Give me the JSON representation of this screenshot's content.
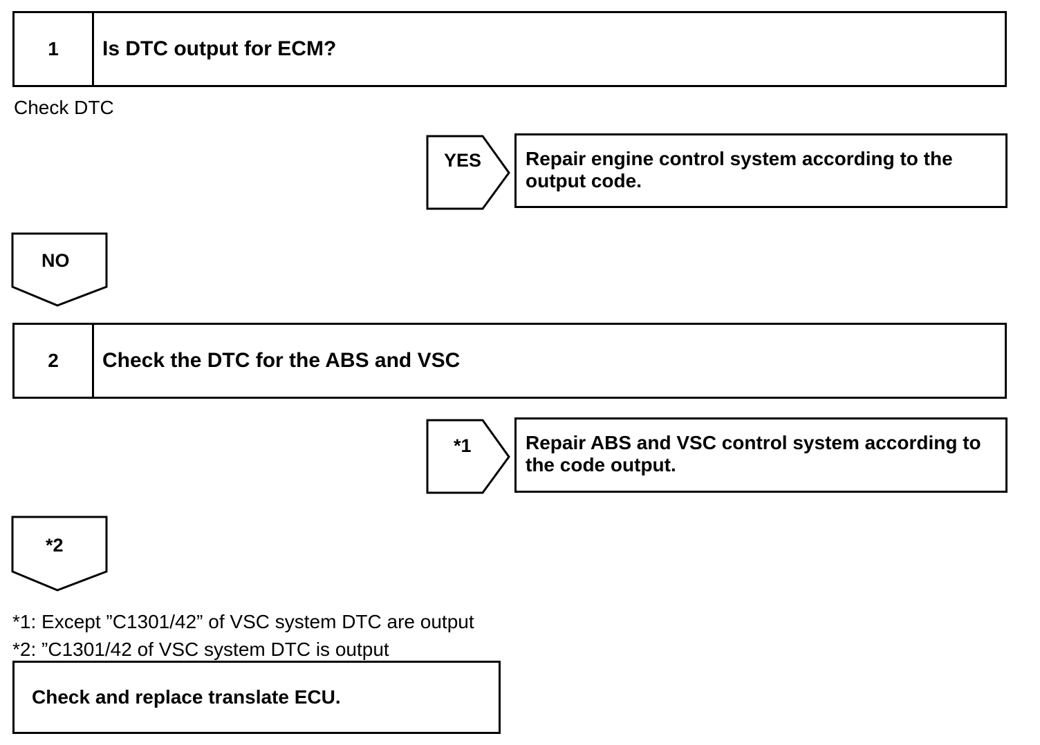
{
  "step1": {
    "number": "1",
    "title": "Is DTC output for ECM?",
    "instruction": "Check DTC",
    "yes_label": "YES",
    "yes_result": "Repair engine control system according to the output code.",
    "no_label": "NO"
  },
  "step2": {
    "number": "2",
    "title": "Check the DTC for the ABS and VSC",
    "branch1_label": "*1",
    "branch1_result": "Repair ABS and VSC control system according to the code output.",
    "branch2_label": "*2"
  },
  "notes": {
    "note1": "*1: Except ”C1301/42” of VSC system DTC are output",
    "note2": "*2: ”C1301/42 of VSC system DTC is output"
  },
  "final": {
    "text": "Check and replace translate ECU."
  }
}
